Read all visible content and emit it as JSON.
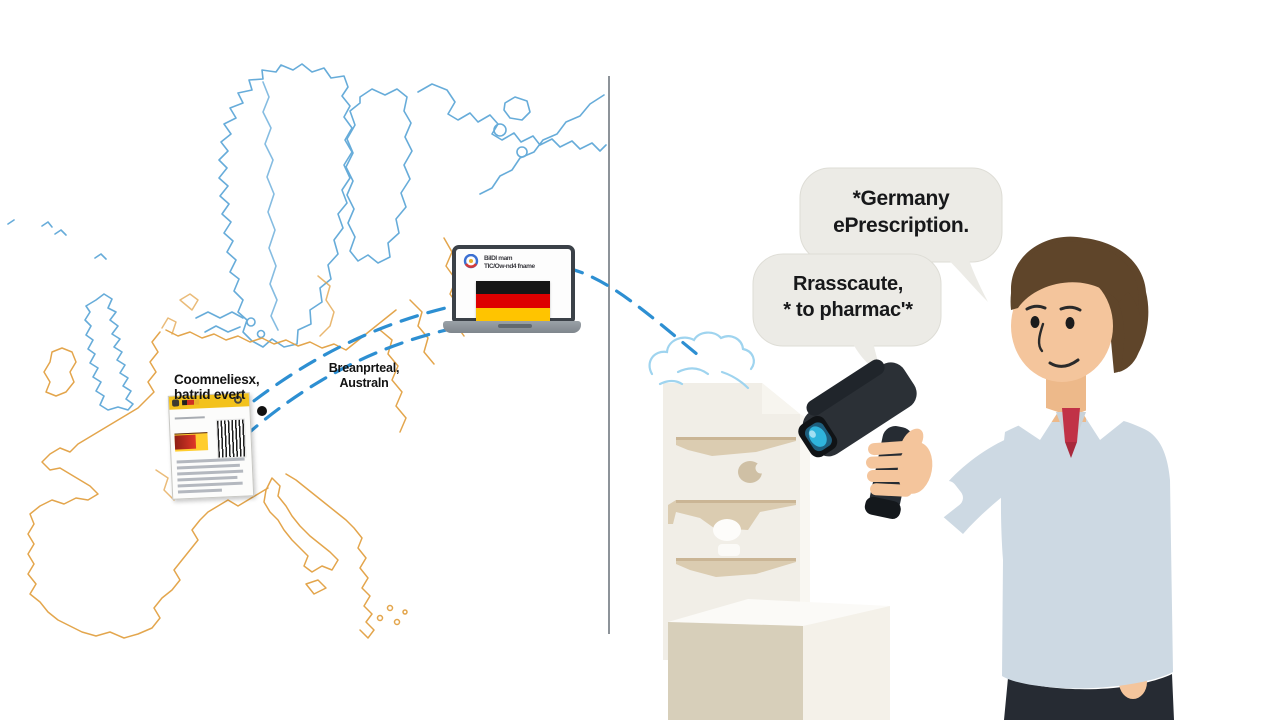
{
  "illustration": {
    "title_concept": "Germany ePrescription illustration",
    "speech_bubbles": {
      "top": {
        "line1": "*Germany",
        "line2": "ePrescription."
      },
      "bottom": {
        "line1": "Rrasscaute,",
        "line2": "* to pharmac'*"
      }
    },
    "map_labels": {
      "prescription": {
        "line1": "Coomneliesx,",
        "line2": "batrid evert"
      },
      "route": {
        "line1": "Breanprteal,",
        "line2": "Australn"
      }
    },
    "laptop": {
      "screen_text_line1": "BilDl mam",
      "screen_text_line2": "TIC/Ow-nd4 fname",
      "flag": "germany-flag",
      "flag_colors": [
        "#161616",
        "#dd0000",
        "#ffc400"
      ]
    },
    "icons": {
      "laptop": "laptop-icon",
      "health_logo": "health-app-logo-icon",
      "prescription_card": "eprescription-card-icon",
      "barcode": "barcode-icon",
      "scanner": "barcode-scanner-icon",
      "cloud": "cloud-doodle-icon",
      "route_origin": "origin-dot-icon"
    },
    "colors": {
      "map_north_coast": "#5fa8d8",
      "map_south_coast": "#e2a143",
      "route_dashed": "#2d8fd2",
      "bubble_bg": "#ecebe6",
      "divider": "#8d9399",
      "shelf_front": "#f1eee7",
      "shelf_band": "#d8c8ab",
      "counter_front": "#d7cfba",
      "sweater": "#cdd9e3",
      "tie": "#c13247",
      "skin": "#f4c59c",
      "hair": "#5f452a",
      "scanner_body": "#2b3036",
      "scanner_lens": "#2fb4dc",
      "doc_header": "#f3c21c"
    }
  }
}
